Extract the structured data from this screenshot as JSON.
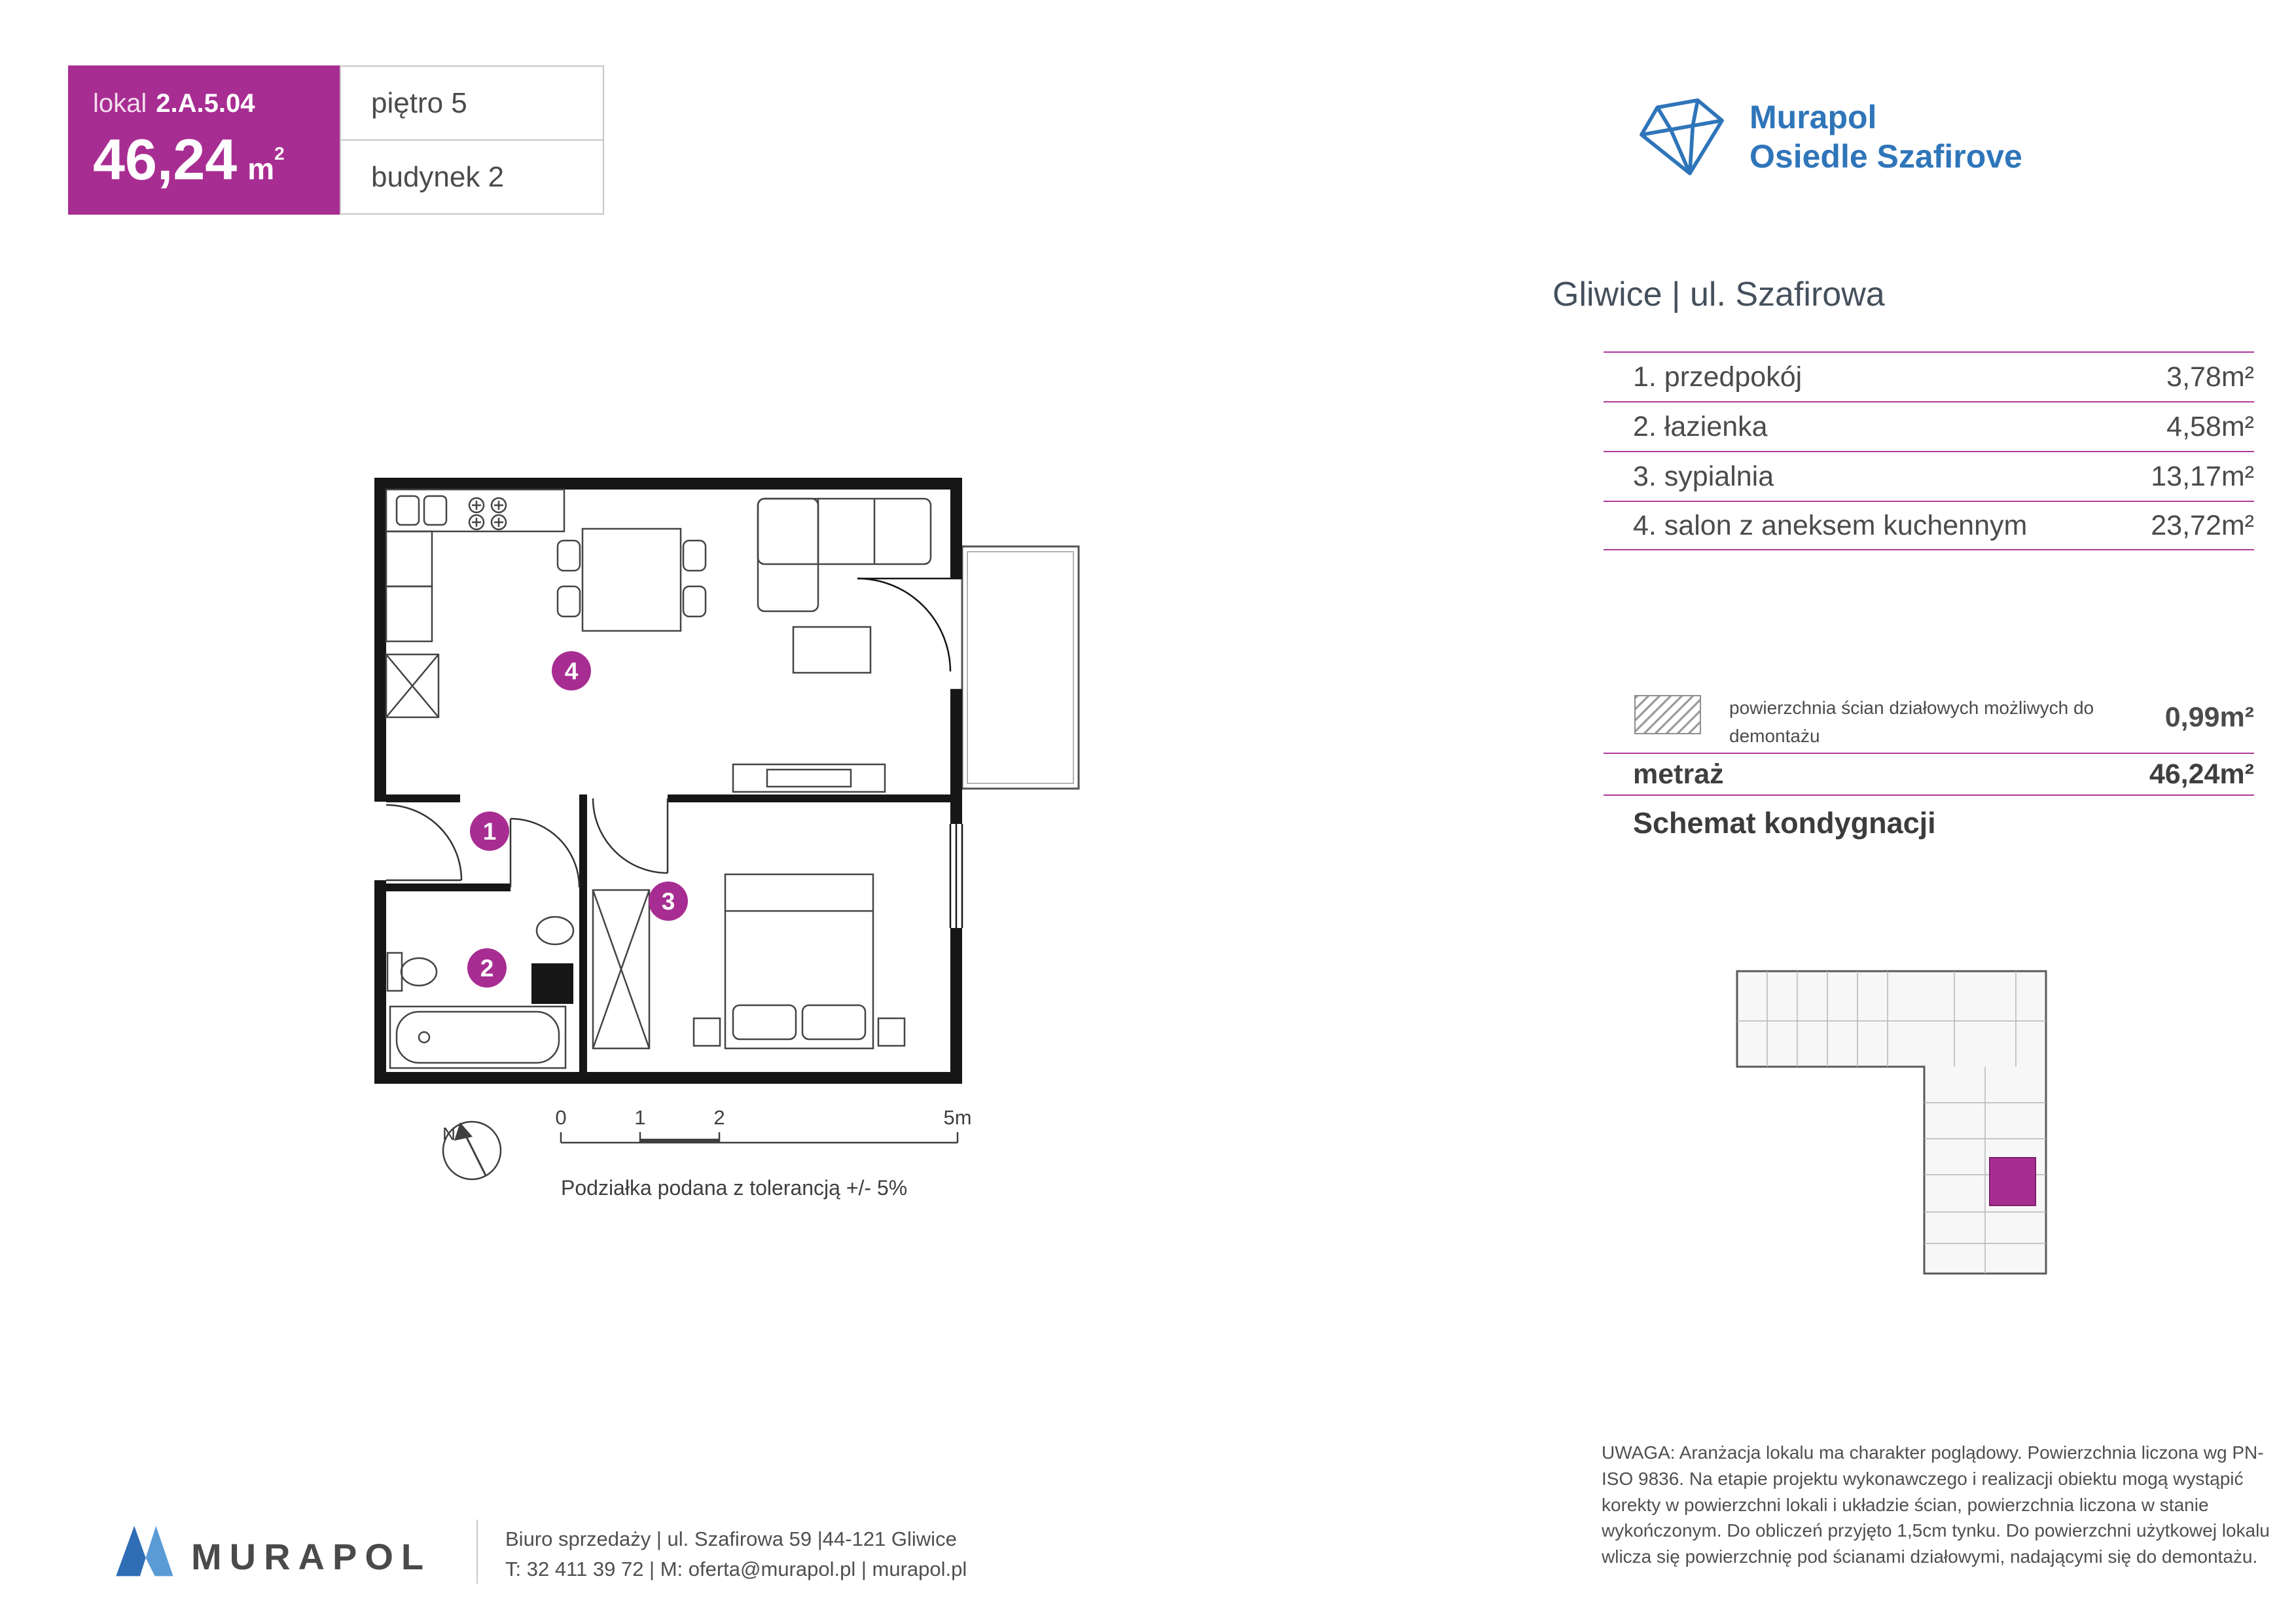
{
  "header": {
    "lokal_label": "lokal",
    "lokal_number": "2.A.5.04",
    "area_value": "46,24",
    "area_unit": "m",
    "area_sup": "2",
    "floor": "piętro 5",
    "building": "budynek 2"
  },
  "brand": {
    "name_line1": "Murapol",
    "name_line2": "Osiedle Szafirove",
    "location": "Gliwice | ul. Szafirowa"
  },
  "rooms": [
    {
      "num": "1",
      "label": "1. przedpokój",
      "area": "3,78m²"
    },
    {
      "num": "2",
      "label": "2. łazienka",
      "area": "4,58m²"
    },
    {
      "num": "3",
      "label": "3. sypialnia",
      "area": "13,17m²"
    },
    {
      "num": "4",
      "label": "4. salon z aneksem kuchennym",
      "area": "23,72m²"
    }
  ],
  "summary": {
    "demontaz_label": "powierzchnia ścian działowych możliwych do demontażu",
    "demontaz_value": "0,99m²",
    "metraz_label": "metraż",
    "metraz_value": "46,24m²"
  },
  "schemat_label": "Schemat kondygnacji",
  "plan": {
    "scale_ticks": [
      "0",
      "1",
      "2",
      "5m"
    ],
    "scale_note": "Podziałka podana z tolerancją +/- 5%",
    "north": "N"
  },
  "footer": {
    "brand_name": "MURAPOL",
    "address_line1": "Biuro sprzedaży | ul. Szafirowa 59 |44-121 Gliwice",
    "address_line2": "T: 32 411 39 72 | M: oferta@murapol.pl | murapol.pl"
  },
  "disclaimer": "UWAGA: Aranżacja lokalu ma charakter poglądowy. Powierzchnia liczona wg PN-ISO 9836. Na etapie projektu wykonawczego i realizacji obiektu mogą wystąpić korekty w powierzchni lokali i układzie ścian, powierzchnia liczona w stanie wykończonym. Do obliczeń przyjęto 1,5cm tynku. Do powierzchni użytkowej lokalu wlicza się powierzchnię pod ścianami działowymi, nadającymi się do demontażu.",
  "colors": {
    "accent": "#a82d92",
    "brand_blue": "#2f75b9"
  }
}
